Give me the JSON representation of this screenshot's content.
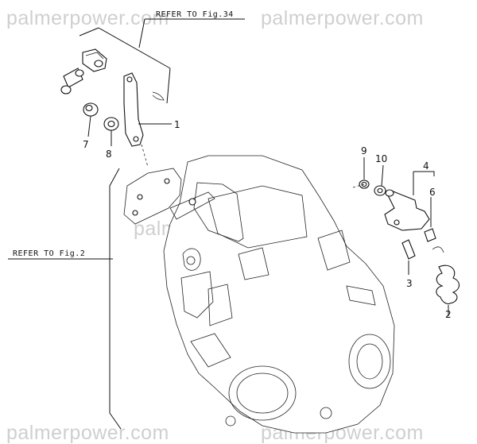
{
  "watermarks": [
    "palmerpower.com",
    "palmerpower.com",
    "palmerpower.com",
    "palmerpower.com",
    "palmerpower.com"
  ],
  "refs": {
    "fig34": "REFER TO Fig.34",
    "fig2": "REFER TO Fig.2"
  },
  "callouts": {
    "n1": "1",
    "n2": "2",
    "n3": "3",
    "n4": "4",
    "n6": "6",
    "n7": "7",
    "n8": "8",
    "n9": "9",
    "n10": "10"
  }
}
